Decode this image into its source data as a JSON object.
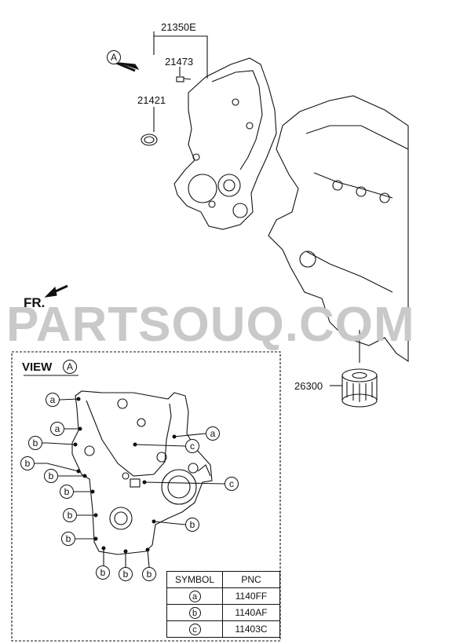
{
  "parts": {
    "cover_assembly": "21350E",
    "bolt": "21473",
    "seal": "21421",
    "oil_filter": "26300"
  },
  "arrow_label": "A",
  "front_label": "FR.",
  "watermark": "PARTSOUQ.COM",
  "view": {
    "title": "VIEW",
    "ref": "A"
  },
  "callouts": {
    "a": "a",
    "b": "b",
    "c": "c"
  },
  "symbol_table": {
    "headers": [
      "SYMBOL",
      "PNC"
    ],
    "rows": [
      {
        "symbol": "a",
        "pnc": "1140FF"
      },
      {
        "symbol": "b",
        "pnc": "1140AF"
      },
      {
        "symbol": "c",
        "pnc": "11403C"
      }
    ]
  }
}
